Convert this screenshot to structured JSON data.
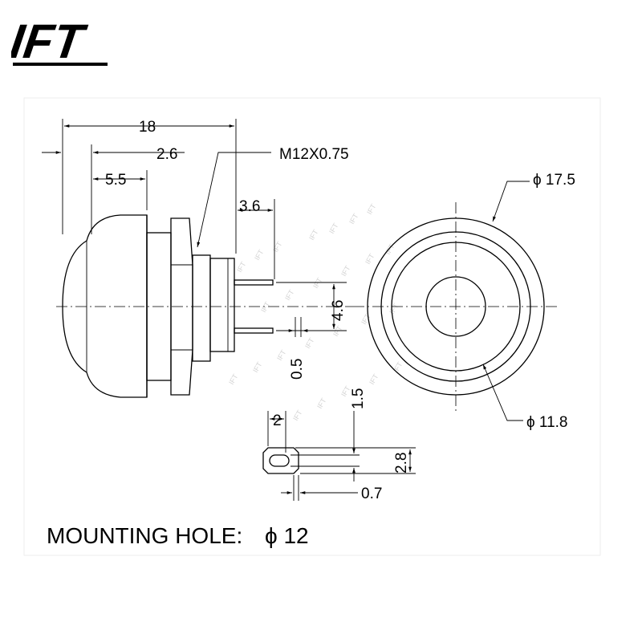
{
  "brand": {
    "logo_text": "IFT"
  },
  "watermark": "IFT",
  "dimensions": {
    "overall_length": "18",
    "dim_2_6": "2.6",
    "dim_5_5": "5.5",
    "thread": "M12X0.75",
    "dim_3_6": "3.6",
    "pin_pitch": "4.6",
    "pin_thickness": "0.5",
    "outer_diameter": "ϕ 17.5",
    "inner_diameter": "ϕ 11.8",
    "terminal_width": "2",
    "terminal_slot": "1.5",
    "terminal_height": "2.8",
    "terminal_thickness": "0.7"
  },
  "mounting_hole": {
    "label": "MOUNTING HOLE:",
    "value": "ϕ 12"
  }
}
